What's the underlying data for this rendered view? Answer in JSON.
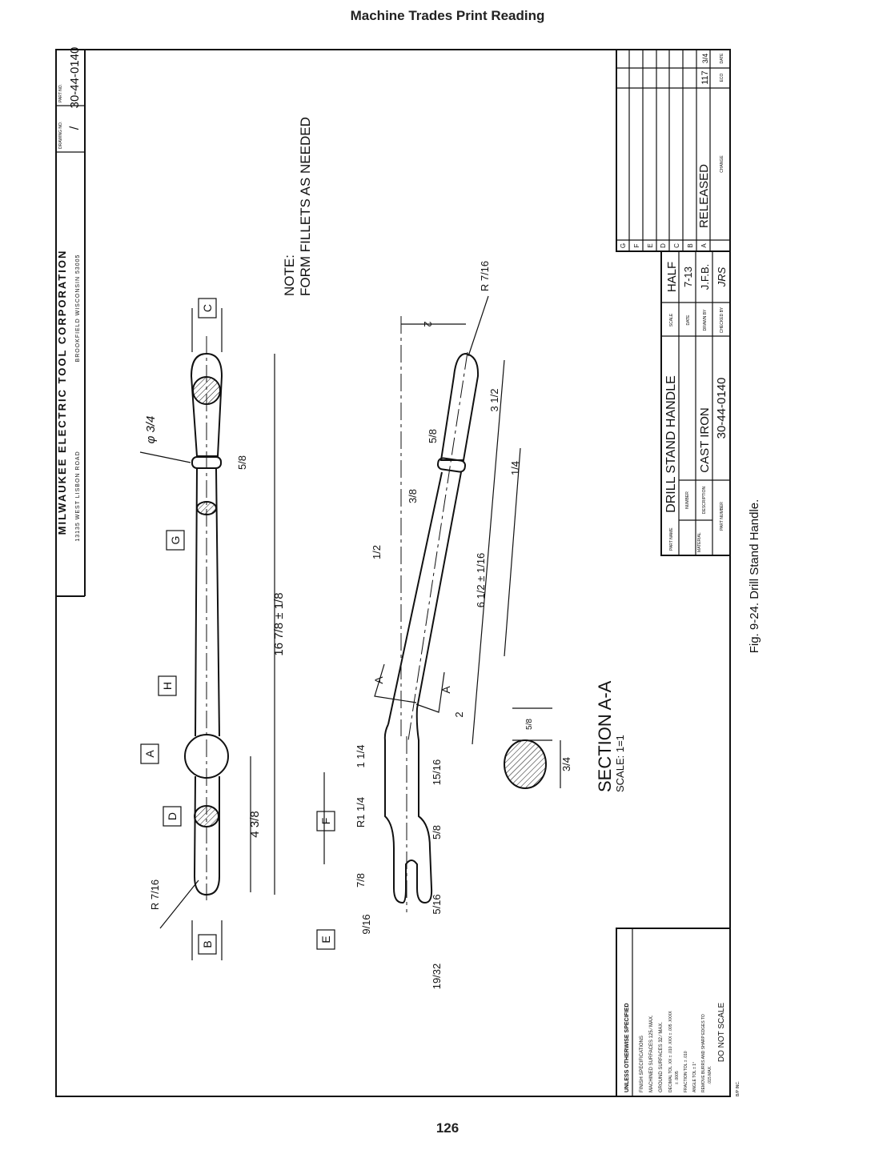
{
  "page": {
    "header": "Machine Trades Print Reading",
    "page_number": "126",
    "caption": "Fig. 9-24. Drill Stand Handle."
  },
  "company_block": {
    "company": "MILWAUKEE ELECTRIC TOOL CORPORATION",
    "address_street": "13135 WEST LISBON ROAD",
    "address_city": "BROOKFIELD WISCONSIN 53005",
    "drawing_no_label": "DRAWING NO.",
    "drawing_no": "/",
    "part_no_label": "PART NO.",
    "part_no": "30-44-0140"
  },
  "title_block": {
    "part_name_label": "PART NAME",
    "part_name": "DRILL STAND HANDLE",
    "number_label": "NUMBER",
    "material_label": "MATERIAL",
    "description_label": "DESCRIPTION",
    "description": "CAST IRON",
    "part_number_label": "PART NUMBER",
    "part_number": "30-44-0140",
    "scale_label": "SCALE",
    "scale": "HALF",
    "date_label": "DATE",
    "date": "7-13",
    "drawn_by_label": "DRAWN BY",
    "drawn_by": "J.F.B.",
    "checked_by_label": "CHECKED BY",
    "checked_by": "JRS"
  },
  "revisions": {
    "rows": [
      "G",
      "F",
      "E",
      "D",
      "C",
      "B",
      "A"
    ],
    "entry_a_change": "RELEASED",
    "entry_a_eco": "117",
    "entry_a_date": "3/4",
    "change_label": "CHANGE",
    "eco_label": "ECO",
    "date_label": "DATE"
  },
  "notes_block": {
    "title": "UNLESS OTHERWISE SPECIFIED",
    "lines": [
      "FINISH SPECIFICATIONS",
      "MACHINED SURFACES 125 ⁄ MAX.",
      "GROUND SURFACES 32 ⁄ MAX.",
      "DECIMAL TOL .XX ± .010 .XXX ± .005 .XXXX",
      "± .0005",
      "FRACTION TOL ± .010",
      "ANGLE TOL ± 1°",
      "REMOVE BURRS AND SHARP EDGES TO",
      ".015 MAX."
    ],
    "do_not_scale": "DO NOT SCALE",
    "printer": "B/P INC."
  },
  "drawing_note": {
    "label": "NOTE:",
    "text": "FORM FILLETS AS NEEDED"
  },
  "section": {
    "title": "SECTION A-A",
    "scale": "SCALE: 1=1",
    "dim_width": "3/4",
    "dim_height": "5/8"
  },
  "callouts": [
    "A",
    "B",
    "C",
    "D",
    "E",
    "F",
    "G",
    "H"
  ],
  "dimensions": {
    "dia": "φ 3/4",
    "neck_top": "5/8",
    "overall": "16 7/8 ± 1/8",
    "ball_to_end": "4 3/8",
    "end_radius_top": "R 7/16",
    "tip_radius": "R 7/16",
    "offset_top": "2",
    "long_side": "3 1/2",
    "knob_dia": "5/8",
    "knob_w": "1/4",
    "shaft": "3/8",
    "offset_half": "1/2",
    "length_mid": "6 1/2 ± 1/16",
    "section_len": "2",
    "hub": "1 1/4",
    "hub_w": "15/16",
    "fork_radius": "R1 1/4",
    "fork_neck": "5/8",
    "slot": "7/8",
    "tine": "9/16",
    "tine_gap": "5/16",
    "tine_total": "19/32",
    "section_mark": "A"
  }
}
